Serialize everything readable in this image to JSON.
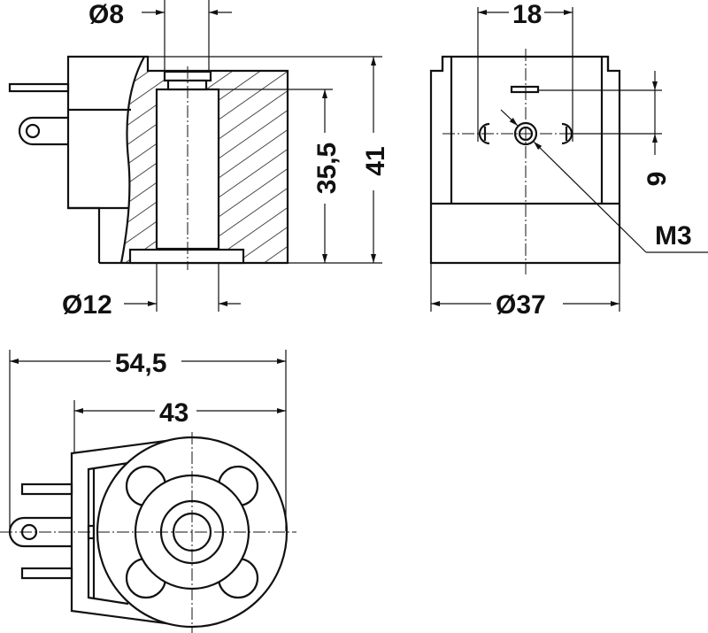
{
  "title": "Solenoid coil dimensional drawing",
  "views": {
    "section": {
      "bore_top_dia": "Ø8",
      "flange_dia": "Ø12",
      "bore_height": "35,5",
      "total_height": "41"
    },
    "side": {
      "contact_spacing": "18",
      "hole_offset": "9",
      "thread": "M3",
      "outer_dia": "Ø37"
    },
    "top": {
      "total_length": "54,5",
      "body_length": "43"
    }
  }
}
